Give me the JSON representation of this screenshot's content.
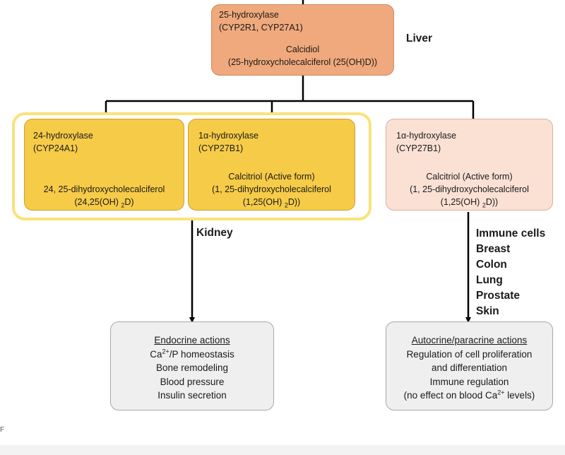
{
  "liver_box": {
    "enzyme": "25-hydroxylase",
    "enzyme_genes": "(CYP2R1, CYP27A1)",
    "product": "Calcidiol",
    "product_full": "(25-hydroxycholecalciferol (25(OH)D))"
  },
  "labels": {
    "liver": "Liver",
    "kidney": "Kidney"
  },
  "kidney_24_box": {
    "enzyme": "24-hydroxylase",
    "gene": "(CYP24A1)",
    "product": "24, 25-dihydroxycholecalciferol",
    "abbr_pre": "(24,25(OH)",
    "abbr_sub": "2",
    "abbr_post": "D)"
  },
  "kidney_1a_box": {
    "enzyme": "1α-hydroxylase",
    "gene": "(CYP27B1)",
    "product": "Calcitriol (Active form)",
    "product_full": "(1, 25-dihydroxycholecalciferol",
    "abbr_pre": "(1,25(OH)",
    "abbr_sub": "2",
    "abbr_post": "D))"
  },
  "extrarenal_box": {
    "enzyme": "1α-hydroxylase",
    "gene": "(CYP27B1)",
    "product": "Calcitriol (Active form)",
    "product_full": "(1, 25-dihydroxycholecalciferol",
    "abbr_pre": "(1,25(OH)",
    "abbr_sub": "2",
    "abbr_post": "D))"
  },
  "tissues": [
    "Immune cells",
    "Breast",
    "Colon",
    "Lung",
    "Prostate",
    "Skin"
  ],
  "endocrine_box": {
    "title": "Endocrine actions",
    "line1_pre": "Ca",
    "line1_sup": "2+",
    "line1_post": "/P homeostasis",
    "line2": "Bone remodeling",
    "line3": "Blood pressure",
    "line4": "Insulin secretion"
  },
  "autocrine_box": {
    "title": "Autocrine/paracrine actions",
    "line1": "Regulation of cell proliferation",
    "line2": "and differentiation",
    "line3": "Immune regulation",
    "line4_pre": "(no effect on blood Ca",
    "line4_sup": "2+",
    "line4_post": " levels)"
  },
  "edge_mark": "F"
}
